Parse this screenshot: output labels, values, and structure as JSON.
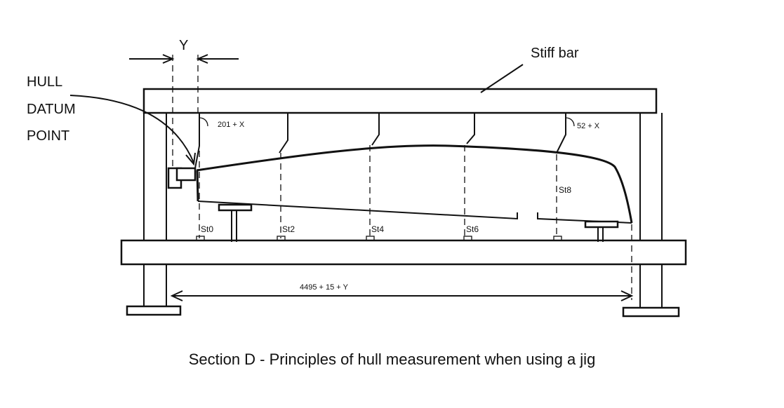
{
  "labels": {
    "y_dimension": "Y",
    "stiff_bar": "Stiff bar",
    "hull_datum_line1": "HULL",
    "hull_datum_line2": "DATUM",
    "hull_datum_line3": "POINT",
    "offset_st0": "201 + X",
    "offset_st8": "52 + X",
    "length_dimension": "4495 + 15 + Y"
  },
  "stations": [
    "St0",
    "St2",
    "St4",
    "St6",
    "St8"
  ],
  "caption": "Section D - Principles of hull measurement when using a jig"
}
